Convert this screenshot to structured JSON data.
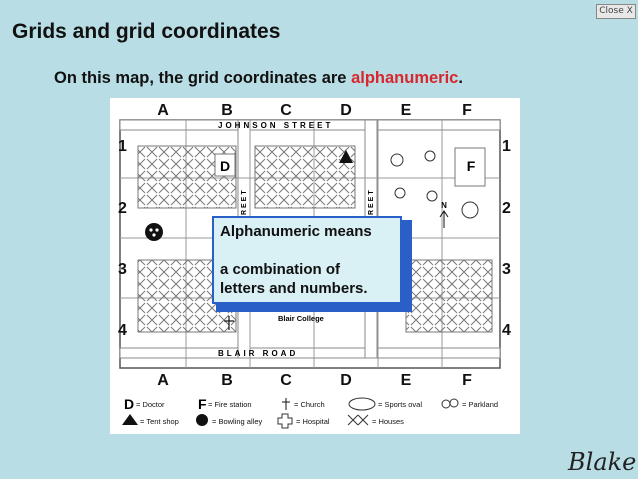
{
  "window": {
    "close_label": "Close X"
  },
  "slide": {
    "title": "Grids and grid coordinates",
    "subtitle_pre": "On this map, the grid coordinates are ",
    "subtitle_highlight": "alphanumeric",
    "subtitle_post": ".",
    "highlight_color": "#d8262f",
    "signature": "Blake"
  },
  "map": {
    "columns": [
      "A",
      "B",
      "C",
      "D",
      "E",
      "F"
    ],
    "rows": [
      "1",
      "2",
      "3",
      "4"
    ],
    "street_top": "JOHNSON STREET",
    "street_bottom": "BLAIR ROAD",
    "street_left": "STREET",
    "street_right": "STREET",
    "college_label": "Blair College",
    "north_label": "N",
    "markers": {
      "doctor": "D",
      "fire": "F"
    }
  },
  "legend": [
    {
      "icon": "letter-d",
      "label": "= Doctor"
    },
    {
      "icon": "letter-f",
      "label": "= Fire station"
    },
    {
      "icon": "church-icon",
      "label": "= Church"
    },
    {
      "icon": "oval-icon",
      "label": "= Sports oval"
    },
    {
      "icon": "parkland-icon",
      "label": "= Parkland"
    },
    {
      "icon": "tent-icon",
      "label": "= Tent shop"
    },
    {
      "icon": "bowling-icon",
      "label": "= Bowling alley"
    },
    {
      "icon": "hospital-icon",
      "label": "= Hospital"
    },
    {
      "icon": "houses-icon",
      "label": "= Houses"
    }
  ],
  "callout": {
    "line1": "Alphanumeric means",
    "line2": "a combination of",
    "line3": "letters and numbers."
  },
  "colors": {
    "background": "#b8dde4",
    "callout_border": "#2a5fc7",
    "callout_fill": "#d9f0f5"
  }
}
